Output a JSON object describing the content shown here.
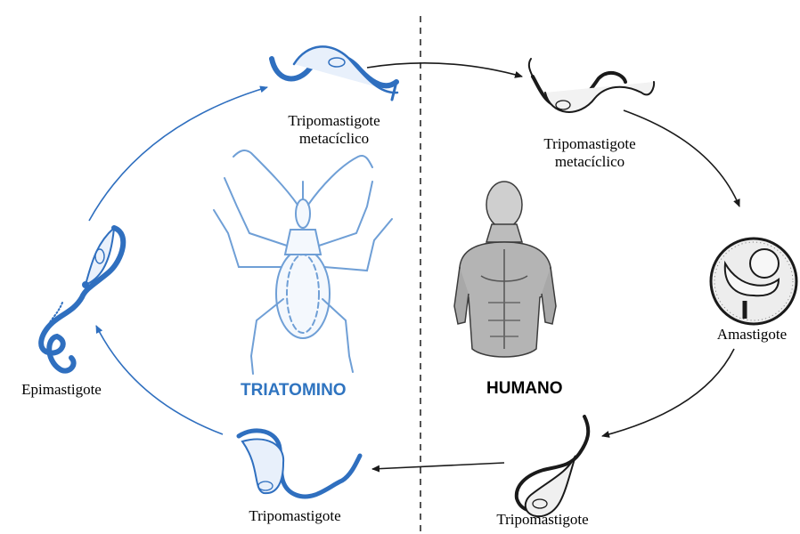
{
  "labels": {
    "tripo_meta_insect": [
      "Tripomastigote",
      "metacíclico"
    ],
    "tripo_meta_human": [
      "Tripomastigote",
      "metacíclico"
    ],
    "amastigote": "Amastigote",
    "tripo_human": "Tripomastigote",
    "tripo_insect": "Tripomastigote",
    "epimastigote": "Epimastigote"
  },
  "hosts": {
    "insect": "TRIATOMINO",
    "human": "HUMANO"
  },
  "colors": {
    "insect_side": "#2f6fbf",
    "insect_label": "#2f74c0",
    "human_side": "#1a1a1a",
    "divider": "#555555"
  }
}
